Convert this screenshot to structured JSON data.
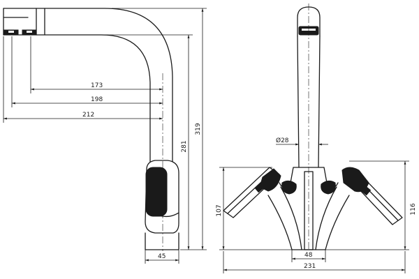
{
  "drawing": {
    "side_view": {
      "dimensions": {
        "spout_reach_1": "173",
        "spout_reach_2": "198",
        "spout_reach_3": "212",
        "spout_height": "281",
        "total_height": "319",
        "body_width": "45"
      }
    },
    "front_view": {
      "dimensions": {
        "diameter": "Ø28",
        "lever_height_left": "107",
        "lever_height_right": "116",
        "base_width": "48",
        "total_width": "231"
      }
    }
  }
}
